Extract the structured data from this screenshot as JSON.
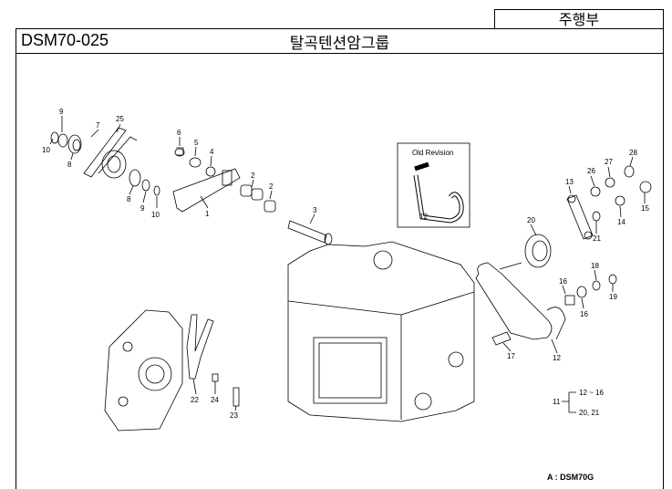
{
  "header": {
    "section_label": "주행부",
    "doc_code": "DSM70-025",
    "title": "탈곡텐션암그룹"
  },
  "inset": {
    "caption": "Old Revision",
    "part": "12"
  },
  "callouts": {
    "c1": "1",
    "c2a": "2",
    "c2b": "2",
    "c3": "3",
    "c4": "4",
    "c5": "5",
    "c6": "6",
    "c7": "7",
    "c8a": "8",
    "c8b": "8",
    "c9a": "9",
    "c9b": "9",
    "c10a": "10",
    "c10b": "10",
    "c25": "25",
    "c13": "13",
    "c14": "14",
    "c15": "15",
    "c16a": "16",
    "c16b": "16",
    "c17": "17",
    "c18": "18",
    "c19": "19",
    "c20": "20",
    "c21": "21",
    "c22": "22",
    "c23": "23",
    "c24": "24",
    "c26": "26",
    "c27": "27",
    "c28": "28",
    "c12": "12"
  },
  "legend": {
    "parent": "11",
    "child1": "12 ~ 16",
    "child2": "20, 21"
  },
  "model": "A : DSM70G"
}
